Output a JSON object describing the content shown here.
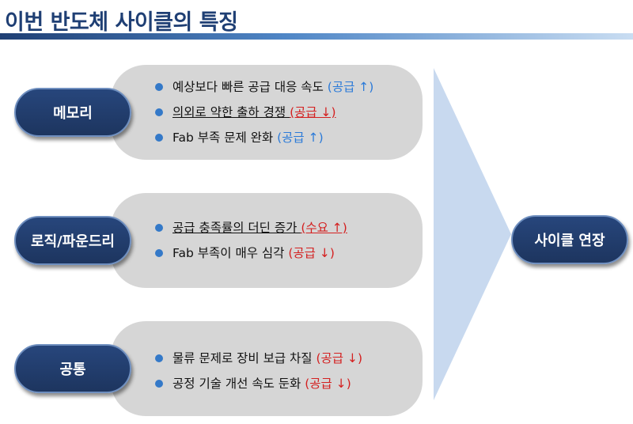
{
  "title": "이번 반도체 사이클의 특징",
  "colors": {
    "up": "#2b7ad8",
    "down": "#d42020",
    "pill": "#1f3f74"
  },
  "groups": [
    {
      "label": "메모리",
      "items": [
        {
          "text": "예상보다 빠른 공급 대응 속도",
          "tag": "(공급 ↑)",
          "tag_color": "blue",
          "underline": false
        },
        {
          "text": "의외로 약한 출하 경쟁",
          "tag": "(공급 ↓)",
          "tag_color": "red",
          "underline": true
        },
        {
          "text": "Fab 부족 문제 완화",
          "tag": "(공급 ↑)",
          "tag_color": "blue",
          "underline": false
        }
      ]
    },
    {
      "label": "로직/파운드리",
      "items": [
        {
          "text": "공급 충족률의 더딘 증가",
          "tag": "(수요 ↑)",
          "tag_color": "red",
          "underline": true
        },
        {
          "text": "Fab 부족이 매우 심각",
          "tag": "(공급 ↓)",
          "tag_color": "red",
          "underline": false
        }
      ]
    },
    {
      "label": "공통",
      "items": [
        {
          "text": "물류 문제로 장비 보급 차질",
          "tag": "(공급 ↓)",
          "tag_color": "red",
          "underline": false
        },
        {
          "text": "공정 기술 개선 속도 둔화",
          "tag": "(공급 ↓)",
          "tag_color": "red",
          "underline": false
        }
      ]
    }
  ],
  "result": {
    "label": "사이클 연장"
  }
}
